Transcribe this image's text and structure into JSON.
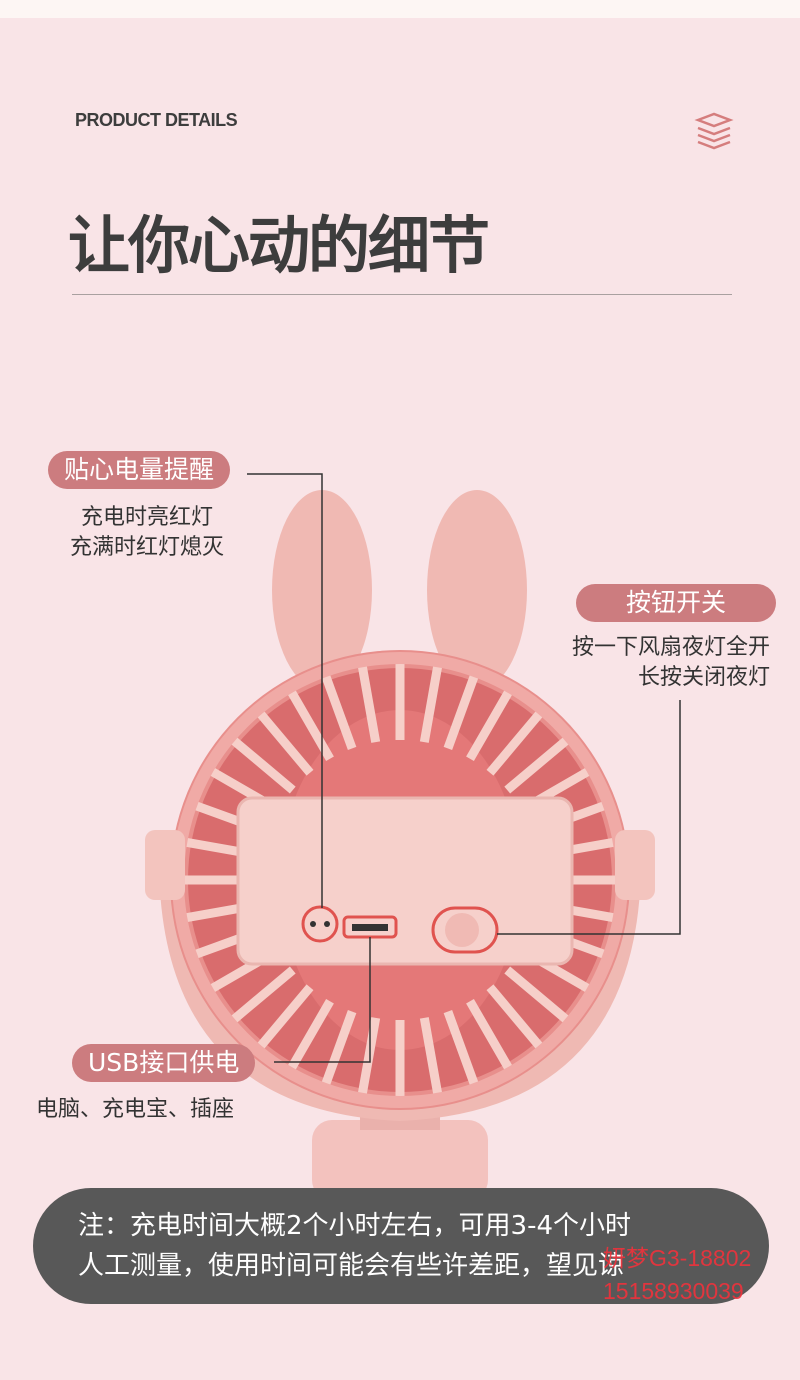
{
  "header": {
    "eyebrow": "PRODUCT DETAILS",
    "title": "让你心动的细节",
    "layers_icon": "layers-icon"
  },
  "callouts": [
    {
      "label": "贴心电量提醒",
      "lines": [
        "充电时亮红灯",
        "充满时红灯熄灭"
      ]
    },
    {
      "label": "按钮开关",
      "lines": [
        "按一下风扇夜灯全开",
        "长按关闭夜灯"
      ]
    },
    {
      "label": "USB接口供电",
      "lines": [
        "电脑、充电宝、插座"
      ]
    }
  ],
  "note": {
    "lines": [
      "注：充电时间大概2个小时左右，可用3-4个小时",
      "人工测量，使用时间可能会有些许差距，望见谅"
    ]
  },
  "watermark": {
    "lines": [
      "妍梦G3-18802",
      "15158930039"
    ]
  },
  "colors": {
    "background": "#f9e4e7",
    "accent": "#cc7c7f",
    "note_bg": "#585858"
  }
}
